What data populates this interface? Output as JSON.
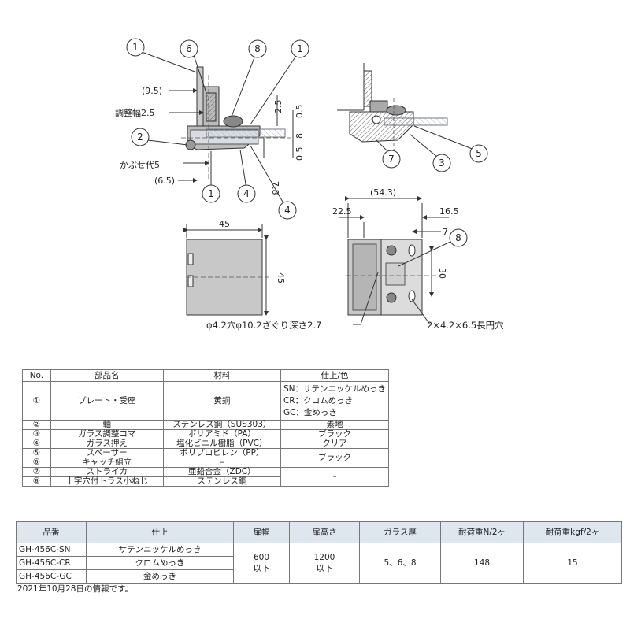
{
  "drawing": {
    "callouts": [
      "1",
      "6",
      "8",
      "1",
      "2",
      "1",
      "4",
      "4",
      "7",
      "3",
      "5",
      "8"
    ],
    "dims_top": [
      "(9.5)",
      "調整幅2.5",
      "2.5",
      "0.5",
      "8",
      "0.5",
      "かぶせ代5",
      "(6.5)",
      "7.8"
    ],
    "dims_lower": [
      "45",
      "45",
      "(54.3)",
      "22.5",
      "16.5",
      "7",
      "30"
    ],
    "hole_left": "φ4.2穴φ10.2ざぐり深さ2.7",
    "hole_right": "2×4.2×6.5長円穴"
  },
  "parts_table": {
    "headers": [
      "No.",
      "部品名",
      "材料",
      "仕上/色"
    ],
    "rows": [
      {
        "no": "①",
        "name": "プレート・受座",
        "material": "黄銅",
        "finish": [
          "SN：サテンニッケルめっき",
          "CR：クロムめっき",
          "GC：金めっき"
        ]
      },
      {
        "no": "②",
        "name": "軸",
        "material": "ステンレス鋼（SUS303）",
        "finish": [
          "素地"
        ]
      },
      {
        "no": "③",
        "name": "ガラス調整コマ",
        "material": "ポリアミド（PA）",
        "finish": [
          "ブラック"
        ]
      },
      {
        "no": "④",
        "name": "ガラス押え",
        "material": "塩化ビニル樹脂（PVC）",
        "finish": [
          "クリア"
        ]
      },
      {
        "no": "⑤",
        "name": "スペーサー",
        "material": "ポリプロピレン（PP）",
        "finish": [
          "ブラック"
        ]
      },
      {
        "no": "⑥",
        "name": "キャッチ組立",
        "material": "–",
        "finish": []
      },
      {
        "no": "⑦",
        "name": "ストライカ",
        "material": "亜鉛合金（ZDC）",
        "finish": [
          "–"
        ]
      },
      {
        "no": "⑧",
        "name": "十字穴付トラス小ねじ",
        "material": "ステンレス鋼",
        "finish": []
      }
    ]
  },
  "model_table": {
    "headers": [
      "品番",
      "仕上",
      "扉幅",
      "扉高さ",
      "ガラス厚",
      "耐荷重N/2ヶ",
      "耐荷重kgf/2ヶ"
    ],
    "models": [
      {
        "code": "GH-456C-SN",
        "finish": "サテンニッケルめっき"
      },
      {
        "code": "GH-456C-CR",
        "finish": "クロムめっき"
      },
      {
        "code": "GH-456C-GC",
        "finish": "金めっき"
      }
    ],
    "door_width": [
      "600",
      "以下"
    ],
    "door_height": [
      "1200",
      "以下"
    ],
    "glass": "5、6、8",
    "load_n": "148",
    "load_kgf": "15"
  },
  "note": "2021年10月28日の情報です。"
}
